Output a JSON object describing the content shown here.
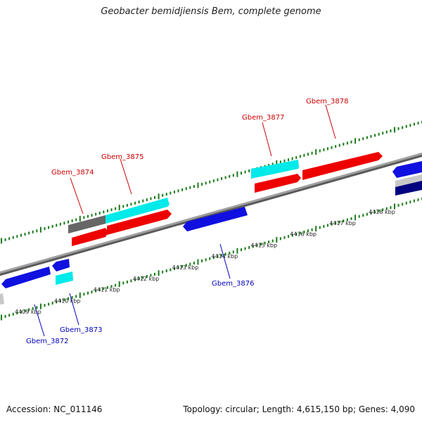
{
  "title": "Geobacter bemidjiensis Bem, complete genome",
  "footer": {
    "accession": "Accession: NC_011146",
    "stats": "Topology: circular; Length: 4,615,150 bp; Genes: 4,090"
  },
  "colors": {
    "backbone": "#8a8a8a",
    "tick": "#1a7a1a",
    "forward_gene": "#ff0000",
    "reverse_gene": "#0000dd",
    "cyan_feature": "#00ffff",
    "gray_feature": "#666666",
    "label_forward": "#cc0000",
    "label_reverse": "#0000bb"
  },
  "tick_labels": [
    {
      "text": "4409 kbp",
      "pos": 4409
    },
    {
      "text": "4410 kbp",
      "pos": 4410
    },
    {
      "text": "4411 kbp",
      "pos": 4411
    },
    {
      "text": "4412 kbp",
      "pos": 4412
    },
    {
      "text": "4413 kbp",
      "pos": 4413
    },
    {
      "text": "4414 kbp",
      "pos": 4414
    },
    {
      "text": "4415 kbp",
      "pos": 4415
    },
    {
      "text": "4416 kbp",
      "pos": 4416
    },
    {
      "text": "4417 kbp",
      "pos": 4417
    },
    {
      "text": "4418 kbp",
      "pos": 4418
    }
  ],
  "gene_labels": [
    {
      "text": "Gbem_3872",
      "strand": "reverse"
    },
    {
      "text": "Gbem_3873",
      "strand": "reverse"
    },
    {
      "text": "Gbem_3874",
      "strand": "forward"
    },
    {
      "text": "Gbem_3875",
      "strand": "forward"
    },
    {
      "text": "Gbem_3876",
      "strand": "reverse"
    },
    {
      "text": "Gbem_3877",
      "strand": "forward"
    },
    {
      "text": "Gbem_3878",
      "strand": "forward"
    }
  ]
}
